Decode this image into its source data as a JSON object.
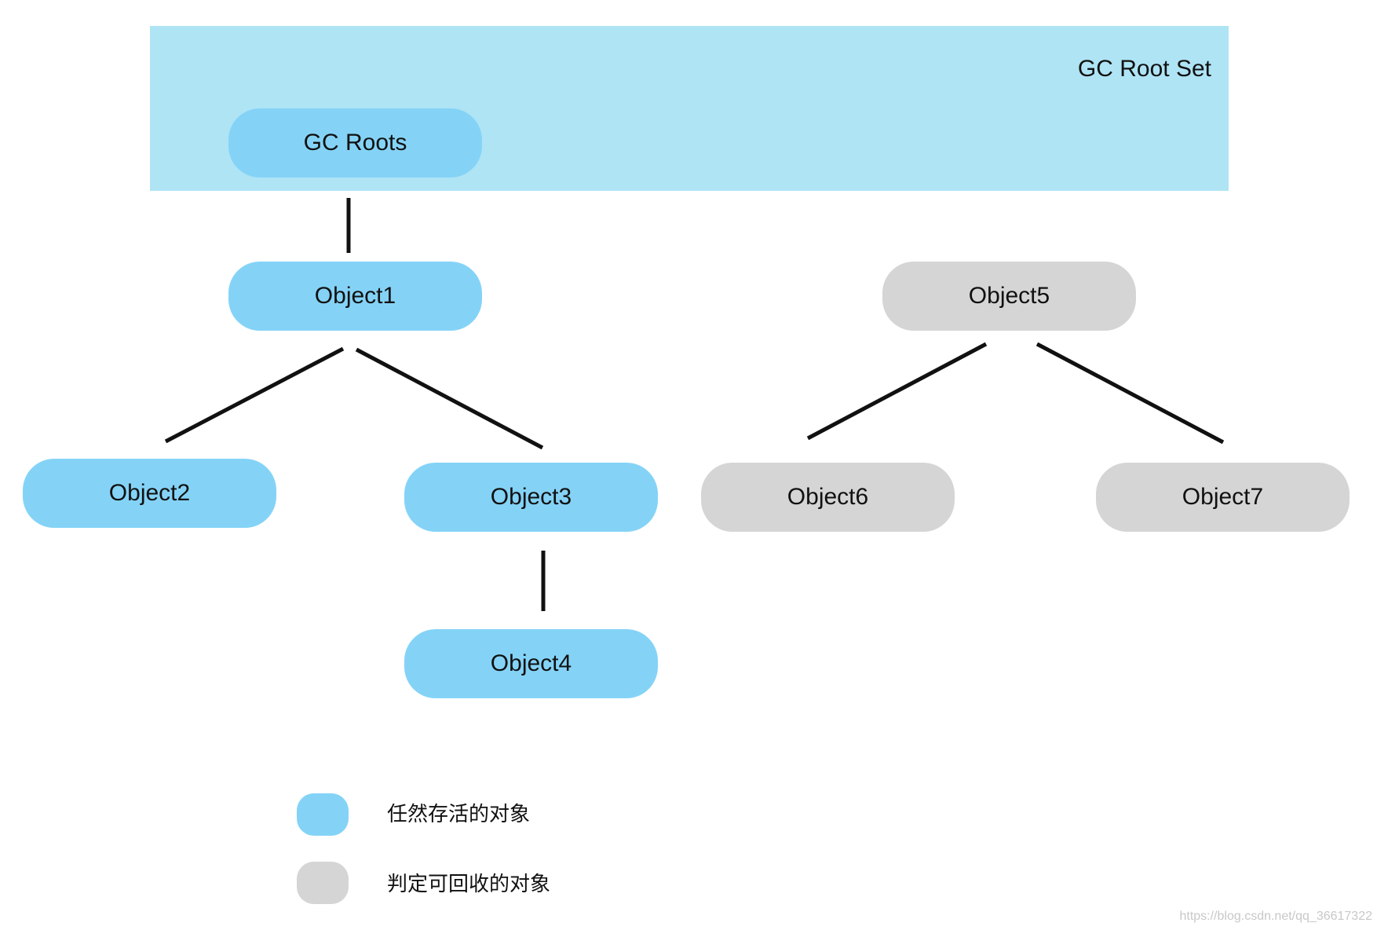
{
  "root_set": {
    "label": "GC Root Set"
  },
  "nodes": {
    "gc_roots": "GC Roots",
    "object1": "Object1",
    "object2": "Object2",
    "object3": "Object3",
    "object4": "Object4",
    "object5": "Object5",
    "object6": "Object6",
    "object7": "Object7"
  },
  "edges": [
    {
      "from": "GC Roots",
      "to": "Object1"
    },
    {
      "from": "Object1",
      "to": "Object2"
    },
    {
      "from": "Object1",
      "to": "Object3"
    },
    {
      "from": "Object3",
      "to": "Object4"
    },
    {
      "from": "Object5",
      "to": "Object6"
    },
    {
      "from": "Object5",
      "to": "Object7"
    }
  ],
  "legend": {
    "live_label": "任然存活的对象",
    "dead_label": "判定可回收的对象"
  },
  "colors": {
    "root_set_bg": "#afe4f5",
    "live_node": "#84d3f7",
    "dead_node": "#d5d5d5",
    "edge": "#111111"
  },
  "watermark": "https://blog.csdn.net/qq_36617322"
}
